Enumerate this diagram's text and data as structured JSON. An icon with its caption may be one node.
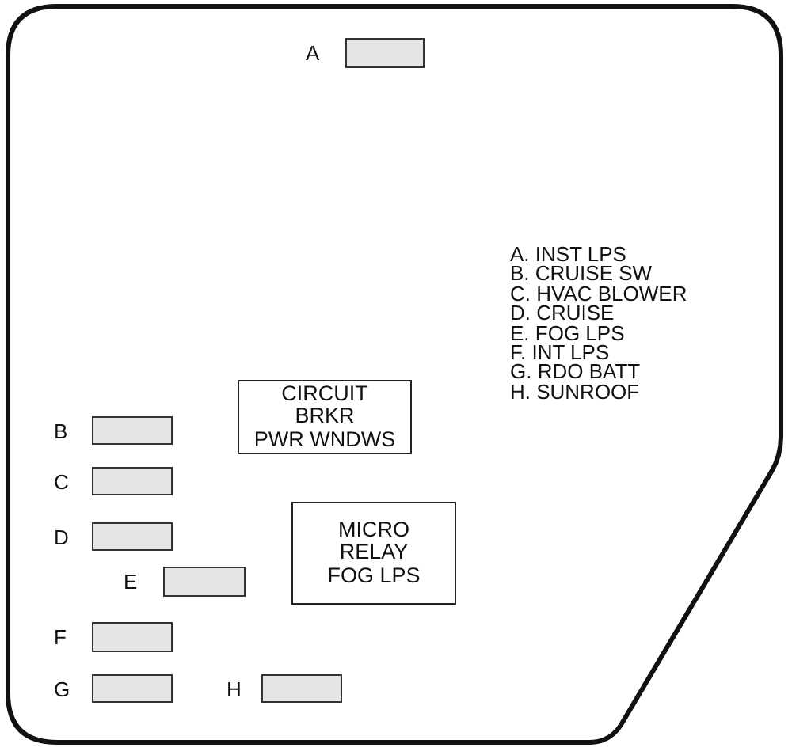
{
  "diagram": {
    "nodes": [
      {
        "text": [],
        "shape": "box",
        "beside": [
          "A"
        ]
      },
      {
        "text": [
          "CIRCUIT BRKR PWR WNDWS"
        ]
      },
      {
        "text": [],
        "shape": "box",
        "beside": [
          "B"
        ]
      },
      {
        "text": [],
        "shape": "box",
        "beside": [
          "C"
        ]
      },
      {
        "text": [
          "MICRO RELAY FOG LPS"
        ]
      },
      {
        "text": [],
        "shape": "box",
        "beside": [
          "D"
        ]
      },
      {
        "text": [],
        "shape": "box",
        "beside": [
          "E"
        ]
      },
      {
        "text": [],
        "shape": "box",
        "beside": [
          "F"
        ]
      },
      {
        "text": [],
        "shape": "box",
        "beside": [
          "G"
        ]
      },
      {
        "text": [],
        "shape": "box",
        "beside": [
          "H"
        ]
      }
    ],
    "labels": [
      "A. INST LPS",
      "B. CRUISE SW",
      "C. HVAC BLOWER",
      "D. CRUISE",
      "E. FOG LPS",
      "F. INT LPS",
      "G. RDO BATT",
      "H. SUNROOF"
    ]
  }
}
